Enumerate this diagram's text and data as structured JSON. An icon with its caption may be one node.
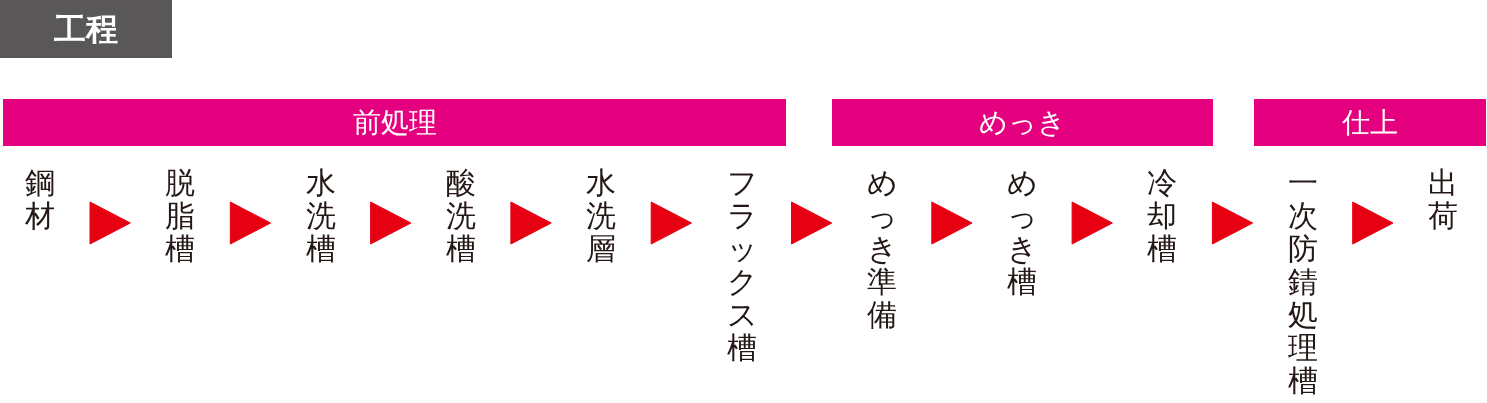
{
  "diagram": {
    "title": "工程",
    "nodes": [
      {
        "text": [
          "前処理"
        ]
      },
      {
        "text": [
          "めっき"
        ]
      },
      {
        "text": [
          "仕上"
        ]
      },
      {
        "text": [
          "鋼材"
        ]
      },
      {
        "text": [
          "脱脂槽"
        ]
      },
      {
        "text": [
          "水洗槽"
        ]
      },
      {
        "text": [
          "酸洗槽"
        ]
      },
      {
        "text": [
          "水洗層"
        ]
      },
      {
        "text": [
          "フラックス槽"
        ]
      },
      {
        "text": [
          "めっき準備"
        ]
      },
      {
        "text": [
          "めっき槽"
        ]
      },
      {
        "text": [
          "冷却槽"
        ]
      },
      {
        "text": [
          "一次防錆処理槽"
        ]
      },
      {
        "text": [
          "出荷"
        ]
      }
    ],
    "edges": [
      {
        "from": 3,
        "to": 4,
        "arrow": "to"
      },
      {
        "from": 4,
        "to": 5,
        "arrow": "to"
      },
      {
        "from": 5,
        "to": 6,
        "arrow": "to"
      },
      {
        "from": 6,
        "to": 7,
        "arrow": "to"
      },
      {
        "from": 7,
        "to": 8,
        "arrow": "to"
      },
      {
        "from": 8,
        "to": 9,
        "arrow": "to"
      },
      {
        "from": 9,
        "to": 10,
        "arrow": "to"
      },
      {
        "from": 10,
        "to": 11,
        "arrow": "to"
      },
      {
        "from": 11,
        "to": 12,
        "arrow": "to"
      },
      {
        "from": 12,
        "to": 13,
        "arrow": "to"
      }
    ]
  }
}
